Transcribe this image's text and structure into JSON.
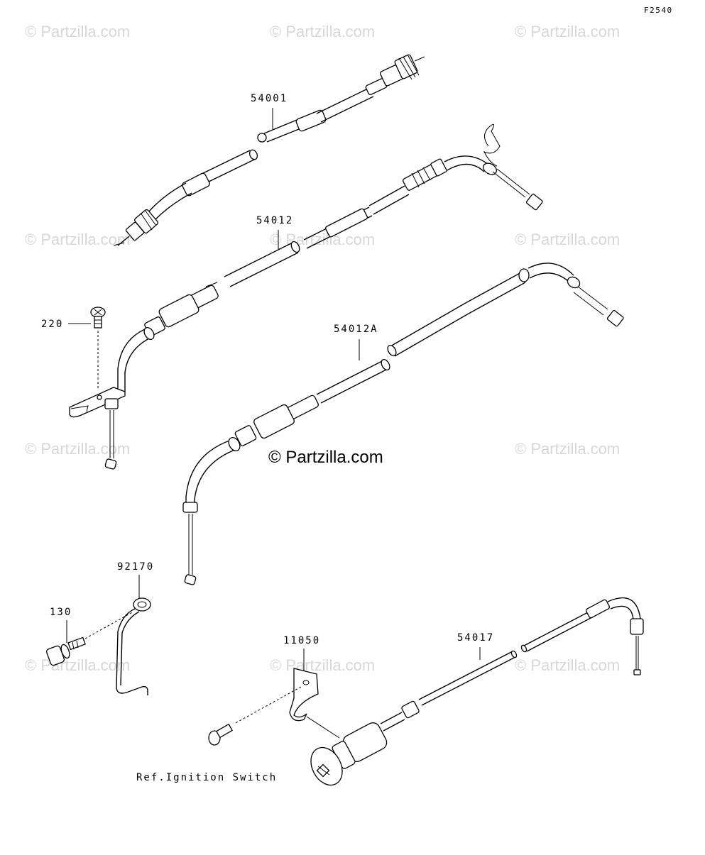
{
  "figure_code": "F2540",
  "watermark": "© Partzilla.com",
  "main_watermark": "© Partzilla.com",
  "callouts": {
    "p54001": "54001",
    "p54012": "54012",
    "p220": "220",
    "p54012A": "54012A",
    "p92170": "92170",
    "p130": "130",
    "p11050": "11050",
    "p54017": "54017",
    "ref_ignition": "Ref.Ignition Switch"
  }
}
